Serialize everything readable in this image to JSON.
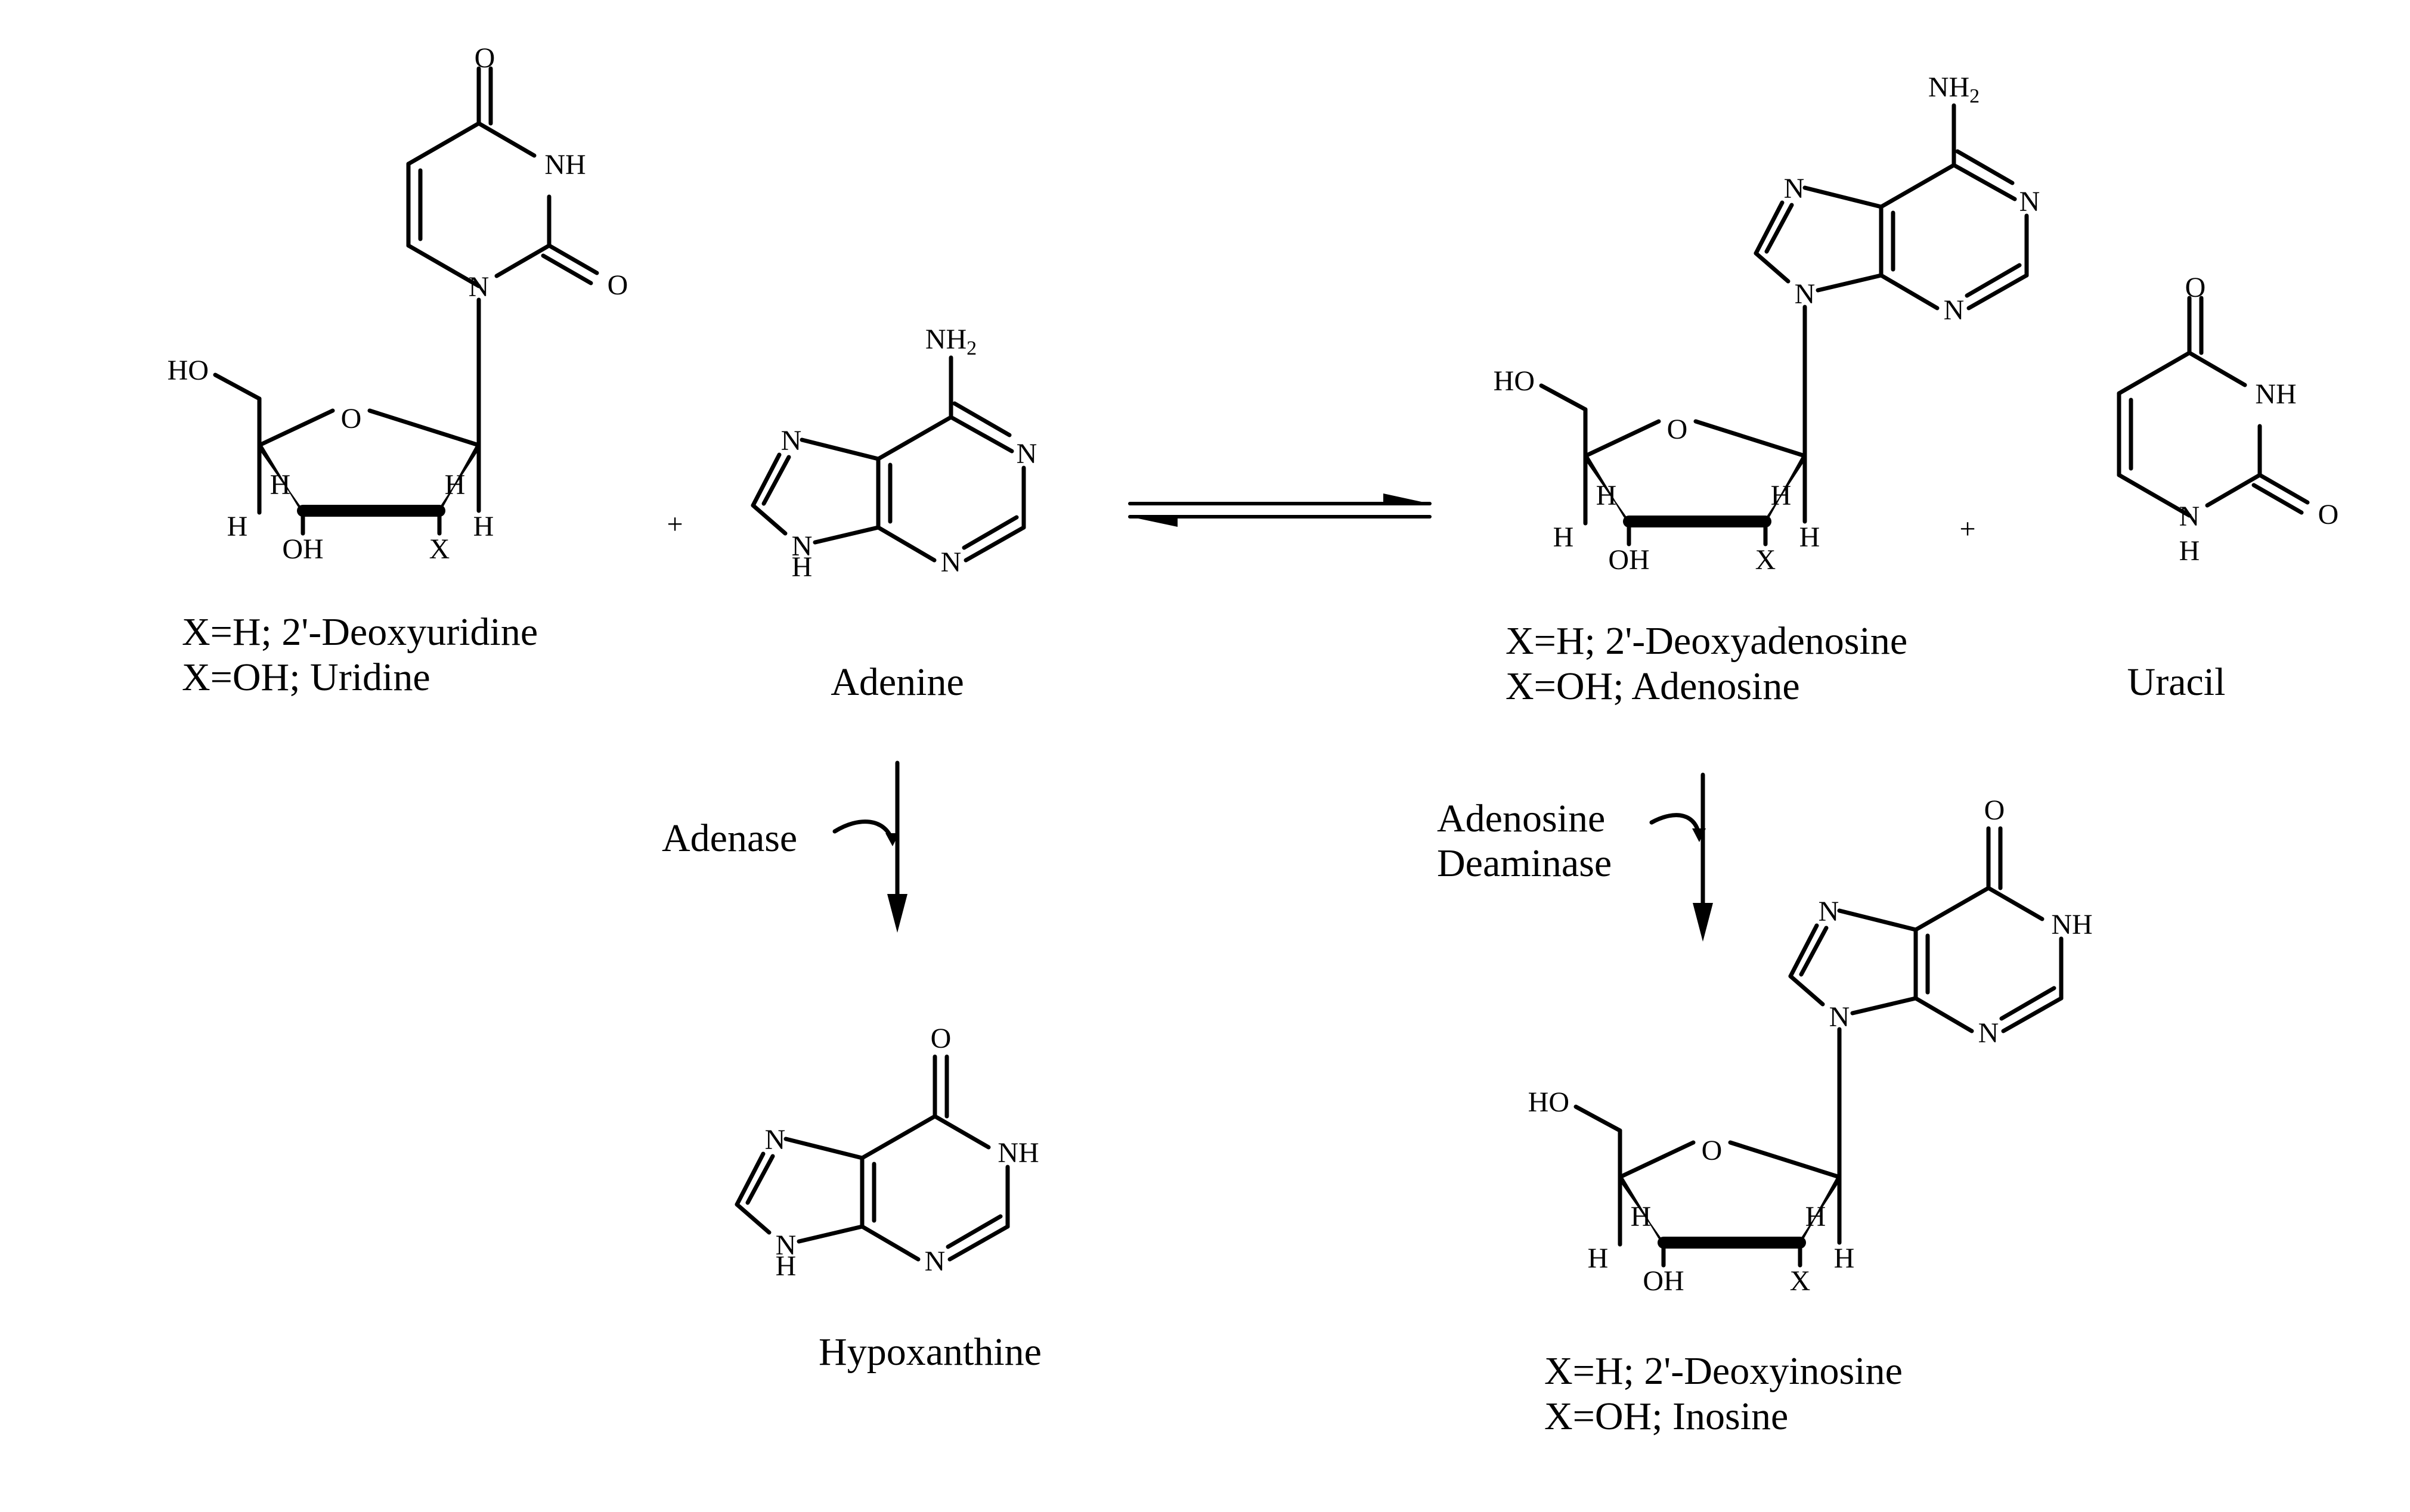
{
  "labels": {
    "deoxyuridine": "X=H; 2'-Deoxyuridine",
    "uridine": "X=OH; Uridine",
    "adenine": "Adenine",
    "deoxyadenosine": "X=H; 2'-Deoxyadenosine",
    "adenosine": "X=OH; Adenosine",
    "uracil": "Uracil",
    "hypoxanthine": "Hypoxanthine",
    "deoxyinosine": "X=H; 2'-Deoxyinosine",
    "inosine": "X=OH; Inosine"
  },
  "enzymes": {
    "adenase": "Adenase",
    "adenosine_deaminase_line1": "Adenosine",
    "adenosine_deaminase_line2": "Deaminase"
  },
  "operators": {
    "plus": "+"
  },
  "atoms": {
    "O": "O",
    "N": "N",
    "NH": "NH",
    "H": "H",
    "HO": "HO",
    "OH": "OH",
    "X": "X",
    "NH2": "NH",
    "sub2": "2"
  }
}
